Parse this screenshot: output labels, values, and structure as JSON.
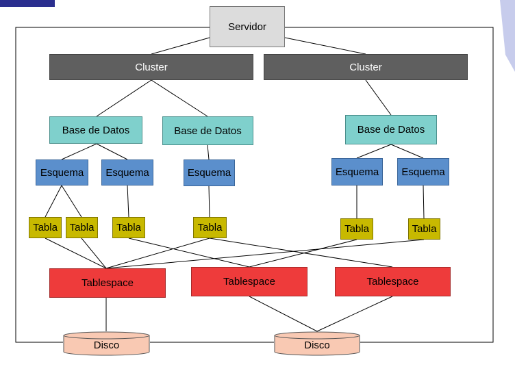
{
  "nodes": {
    "server": "Servidor",
    "cluster_left": "Cluster",
    "cluster_right": "Cluster",
    "db_1": "Base de Datos",
    "db_2": "Base de Datos",
    "db_3": "Base de Datos",
    "schema_1": "Esquema",
    "schema_2": "Esquema",
    "schema_3": "Esquema",
    "schema_4": "Esquema",
    "schema_5": "Esquema",
    "table_1": "Tabla",
    "table_2": "Tabla",
    "table_3": "Tabla",
    "table_4": "Tabla",
    "table_5": "Tabla",
    "table_6": "Tabla",
    "ts_1": "Tablespace",
    "ts_2": "Tablespace",
    "ts_3": "Tablespace",
    "disk_1": "Disco",
    "disk_2": "Disco"
  },
  "colors": {
    "server": "#dcdcdc",
    "cluster": "#5f5f5f",
    "database": "#7fd0cc",
    "schema": "#5b8fcc",
    "table": "#c8b900",
    "tablespace": "#ee3b3b",
    "disk": "#f9c9b3",
    "accent": "#2b2f8f"
  }
}
